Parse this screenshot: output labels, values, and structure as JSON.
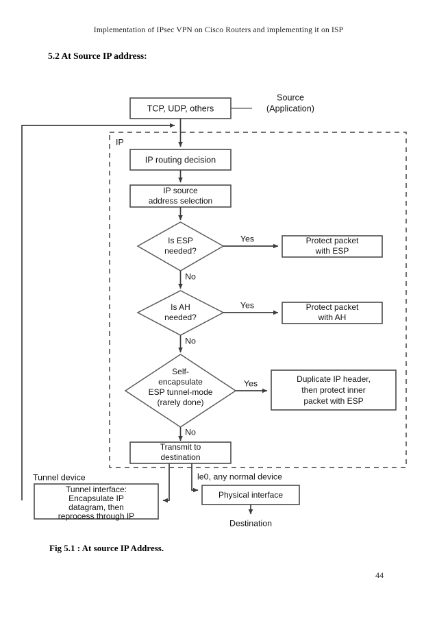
{
  "document": {
    "running_header": "Implementation of IPsec VPN on Cisco Routers and implementing it on ISP",
    "section_heading": "5.2 At Source IP address:",
    "figure_caption": "Fig 5.1 : At source IP Address.",
    "page_number": "44"
  },
  "figure": {
    "zone_label_ip": "IP",
    "nodes": {
      "application": {
        "line1": "TCP, UDP, others"
      },
      "source_label": {
        "line1": "Source",
        "line2": "(Application)"
      },
      "routing_decision": {
        "line1": "IP routing decision"
      },
      "source_selection": {
        "line1": "IP source",
        "line2": "address selection"
      },
      "esp_decision": {
        "line1": "Is ESP",
        "line2": "needed?"
      },
      "protect_esp": {
        "line1": "Protect packet",
        "line2": "with ESP"
      },
      "ah_decision": {
        "line1": "Is AH",
        "line2": "needed?"
      },
      "protect_ah": {
        "line1": "Protect packet",
        "line2": "with AH"
      },
      "self_encap_decision": {
        "line1": "Self-",
        "line2": "encapsulate",
        "line3": "ESP tunnel-mode",
        "line4": "(rarely done)"
      },
      "duplicate_header": {
        "line1": "Duplicate IP header,",
        "line2": "then protect inner",
        "line3": "packet with ESP"
      },
      "transmit": {
        "line1": "Transmit to",
        "line2": "destination"
      },
      "tunnel_interface": {
        "line1": "Tunnel interface:",
        "line2": "Encapsulate IP",
        "line3": "datagram, then",
        "line4": "reprocess through IP"
      },
      "physical_interface": {
        "line1": "Physical interface"
      }
    },
    "labels": {
      "yes_esp": "Yes",
      "no_esp": "No",
      "yes_ah": "Yes",
      "no_ah": "No",
      "yes_self": "Yes",
      "no_self": "No",
      "tunnel_device": "Tunnel device",
      "normal_device": "le0, any normal device",
      "destination": "Destination"
    },
    "colors": {
      "stroke": "#4a4a4a",
      "text": "#111111",
      "background": "#ffffff"
    }
  }
}
